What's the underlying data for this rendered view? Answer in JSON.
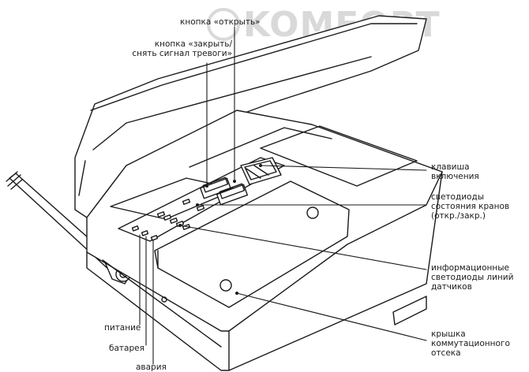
{
  "watermark": {
    "text": "KOMFORT"
  },
  "labels": {
    "open_button": "кнопка «открыть»",
    "close_button": "кнопка «закрыть/\nснять сигнал тревоги»",
    "power_key": "клавиша\nвключения",
    "valve_leds": "светодиоды\nсостояния кранов\n(откр./закр.)",
    "sensor_leds": "информационные\nсветодиоды линий\nдатчиков",
    "cover": "крышка\nкоммутационного\nотсека",
    "power": "питание",
    "battery": "батарея",
    "alarm": "авария"
  },
  "colors": {
    "stroke": "#1a1a1a",
    "background": "#ffffff",
    "watermark": "#d9d9d9"
  }
}
